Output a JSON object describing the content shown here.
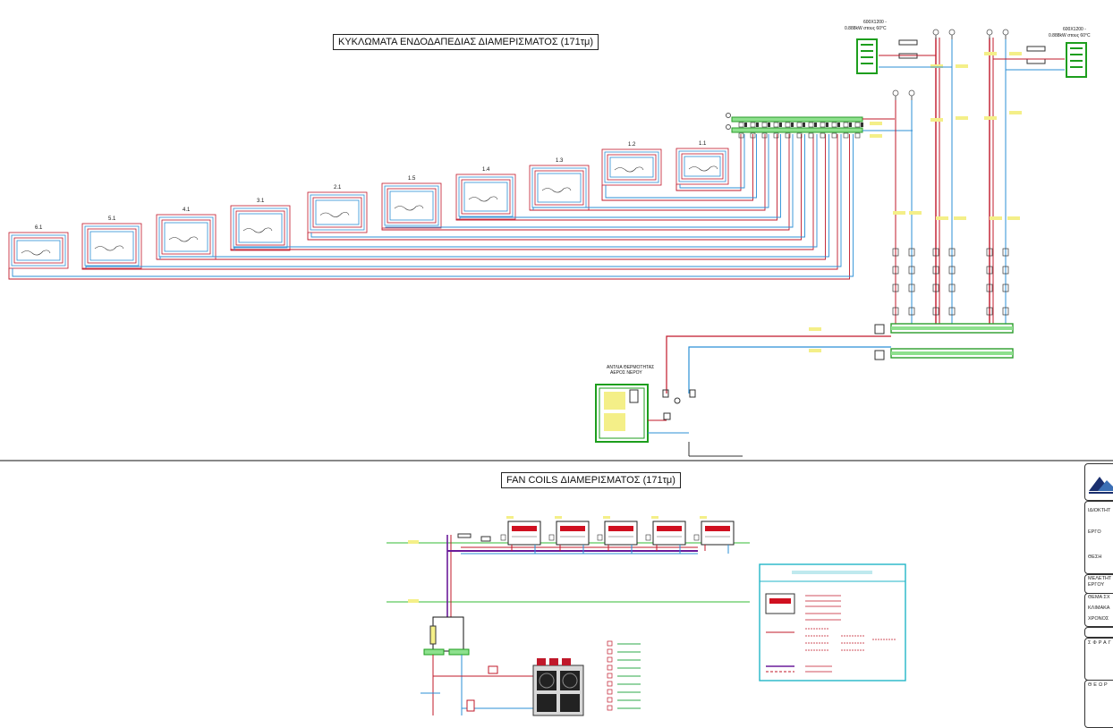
{
  "titles": {
    "top": "ΚΥΚΛΩΜΑΤΑ ΕΝΔΟΔΑΠΕΔΙΑΣ ΔΙΑΜΕΡΙΣΜΑΤΟΣ (171τμ)",
    "bottom": "FAN COILS ΔΙΑΜΕΡΙΣΜΑΤΟΣ (171τμ)"
  },
  "radiators": {
    "left": {
      "line1": "600X1200 -",
      "line2": "0.888kW στους 60°C"
    },
    "right": {
      "line1": "600X1200 -",
      "line2": "0.888kW στους 60°C"
    }
  },
  "loops": [
    "6.1",
    "5.1",
    "4.1",
    "3.1",
    "2.1",
    "1.5",
    "1.4",
    "1.3",
    "1.2",
    "1.1"
  ],
  "heat_pump_label": {
    "line1": "ΑΝΤΛΙΑ ΘΕΡΜΟΤΗΤΑΣ",
    "line2": "ΑΕΡΟΣ ΝΕΡΟΥ"
  },
  "title_block": {
    "owner": "ΙΔΙΟΚΤΗΤ",
    "project": "ΕΡΓΟ",
    "location": "ΘΕΣΗ",
    "study1": "ΜΕΛΕΤΗΤ",
    "study2": "ΕΡΓΟΥ",
    "subject": "ΘΕΜΑ ΣΧ",
    "scale": "ΚΛΙΜΑΚΑ",
    "year": "ΧΡΟΝΟΣ",
    "stamp": "ΣΦΡΑΓ",
    "check": "ΘΕΩΡ"
  },
  "colors": {
    "supply": "#c0182a",
    "return": "#2b8fd6",
    "manifold": "#3bbf3b",
    "label_bg": "#f4ef88",
    "fan_coil": "#d01020",
    "legend": "#22b6c8"
  }
}
